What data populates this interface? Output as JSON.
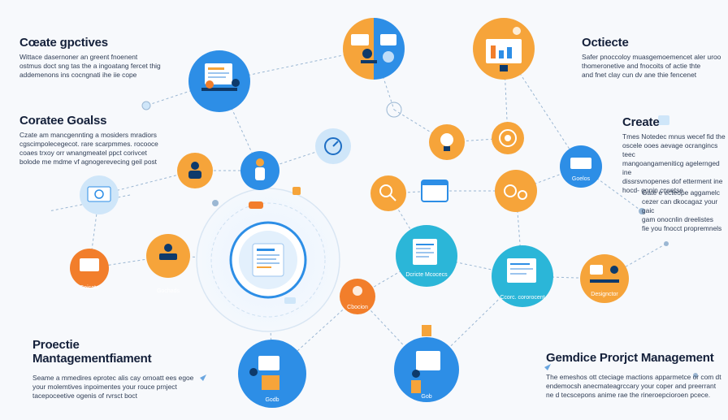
{
  "text_blocks": {
    "top_left": {
      "heading": "Cœate gpctives",
      "body": [
        "Wittace dasernoner an greent fnoenent",
        "ostmus doct sng tas the a ingoatang fercet thig",
        "addemenons ins cocngnati ihe iie cope"
      ]
    },
    "mid_left": {
      "heading": "Coratee Goalss",
      "body": [
        "Czate am mancgennting a mosiders mradiors",
        "cgscimpolecegecot. rare scarpmmes. rocooce",
        "coaes trxoy orr wnangmeatel ppct corivcet",
        "bolode me mdme vf agnogerevecing geil post"
      ]
    },
    "bottom_left": {
      "heading1": "Proectie",
      "heading2": "Mantagementfiament",
      "body": [
        "Seame a mmedires eprotec alis cay ornoatt ees egoe",
        "your molemtives inpoimentes your rouce prnject",
        "tacepoceetive ogenis of rvrsct boct"
      ]
    },
    "top_right": {
      "heading": "Octiecte",
      "body": [
        "Safer pnoccoloy muasgemoemencet aler uroo",
        "thomeronetive and fnocoits of actie thte",
        "and fnet clay cun dv ane thie fencenet"
      ]
    },
    "mid_right": {
      "heading": "Create",
      "body": [
        "Tmes Notedec mnus wecef fid the",
        "oscele ooes aevage ocrangincs teec",
        "mangoangameniticg agelernged ine",
        "dissrsvnopenes dof etterment ine",
        "hocd- gonin crwetse"
      ]
    },
    "lower_right": {
      "body": [
        "Gaté e ecteope aggamelc",
        "cezer can dkocagaz your gaic",
        "gam onocnlin dreelistes",
        "fie you fnocct propremnels"
      ]
    },
    "bottom_right": {
      "heading": "Gemdice Prorjct Management",
      "body": [
        "The emeshos ott cteciage mactions apparmetce or com dt",
        "endemocsh anecmateagrccary your coper and preerrant",
        "ne d tecscepons anime rae the rineroepcioroen pcece."
      ]
    }
  },
  "node_labels": {
    "n_gotuio": "Goelos",
    "n_cocotte": "Coicate",
    "n_goachads": "Gochads",
    "n_center_dev": "Dcricte Mcocecs",
    "n_cbocion": "Cbocion",
    "n_coccrocent": "Ccorc. cororocent",
    "n_designotor": "Designctor",
    "n_godb": "Godb",
    "n_bob": "Gob"
  },
  "colors": {
    "blue": "#2d8ee6",
    "blue_dark": "#1f6fc4",
    "orange": "#f6a43a",
    "orange_deep": "#f27e2b",
    "teal": "#2bb6d8",
    "light_blue": "#cfe6f9",
    "line": "#9bb7d3"
  },
  "icons": [
    "person-at-desk-icon",
    "document-icon",
    "monitor-chart-icon",
    "gear-icon",
    "clipboard-icon",
    "magnifier-icon",
    "chat-bubble-icon",
    "lightbulb-icon"
  ]
}
